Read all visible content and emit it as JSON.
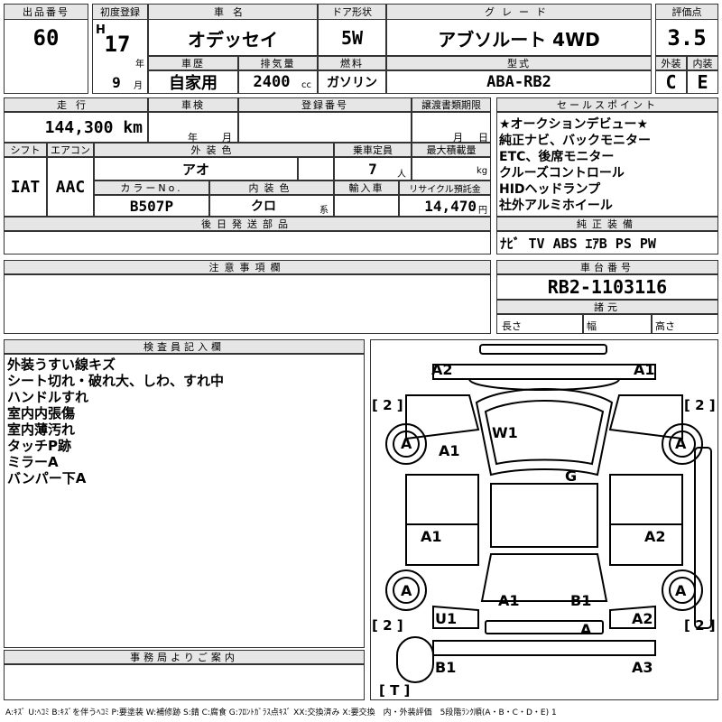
{
  "row1": {
    "lot_no_label": "出品番号",
    "lot_no": "60",
    "first_reg_label": "初度登録",
    "era": "H",
    "reg_year": "17",
    "year_unit": "年",
    "reg_month": "9",
    "month_unit": "月",
    "car_name_label": "車名",
    "car_name": "オデッセイ",
    "door_label": "ドア形状",
    "door": "5W",
    "grade_label": "グレード",
    "grade": "アブソルート 4WD",
    "score_label": "評価点",
    "score": "3.5",
    "history_label": "車歴",
    "history": "自家用",
    "displacement_label": "排気量",
    "displacement": "2400",
    "cc": "cc",
    "fuel_label": "燃料",
    "fuel": "ガソリン",
    "model_label": "型式",
    "model": "ABA-RB2",
    "ext_label": "外装",
    "ext": "C",
    "int_label": "内装",
    "int": "E"
  },
  "row2": {
    "mileage_label": "走行",
    "mileage": "144,300 km",
    "inspection_label": "車検",
    "year_unit": "年",
    "month_unit": "月",
    "reg_no_label": "登録番号",
    "transfer_label": "譲渡書類期限",
    "month_unit2": "月",
    "day_unit": "日",
    "shift_label": "シフト",
    "shift": "IAT",
    "ac_label": "エアコン",
    "ac": "AAC",
    "color_label": "外装色",
    "color": "アオ",
    "capacity_label": "乗車定員",
    "capacity": "7",
    "capacity_unit": "人",
    "max_load_label": "最大積載量",
    "max_load_unit": "kg",
    "color_no_label": "カラーNo.",
    "color_no": "B507P",
    "int_color_label": "内装色",
    "int_color": "クロ",
    "int_color_unit": "系",
    "import_label": "輸入車",
    "recycle_label": "リサイクル預託金",
    "recycle": "14,470",
    "yen": "円",
    "later_label": "後日発送部品"
  },
  "sales": {
    "label": "セールスポイント",
    "items": [
      "★オークションデビュー★",
      "純正ナビ、バックモニター",
      "ETC、後席モニター",
      "クルーズコントロール",
      "HIDヘッドランプ",
      "社外アルミホイール"
    ]
  },
  "equipment": {
    "label": "純正装備",
    "value": "ﾅﾋﾞ TV ABS ｴｱB PS PW"
  },
  "notes": {
    "label": "注意事項欄"
  },
  "chassis": {
    "label": "車台番号",
    "value": "RB2-1103116",
    "specs_label": "諸元",
    "length": "長さ",
    "width": "幅",
    "height": "高さ"
  },
  "inspector": {
    "label": "検査員記入欄",
    "lines": [
      "外装うすい線キズ",
      "シート切れ・破れ大、しわ、すれ中",
      "ハンドルすれ",
      "室内内張傷",
      "室内薄汚れ",
      "タッチP跡",
      "ミラーA",
      "バンパー下A"
    ]
  },
  "office": {
    "label": "事務局よりご案内"
  },
  "diagram": {
    "marks": [
      "A2",
      "A1",
      "[ 2 ]",
      "[ 2 ]",
      "A",
      "A",
      "A1",
      "W1",
      "G",
      "A1",
      "A2",
      "A",
      "A",
      "A1",
      "B1",
      "[ 2 ]",
      "[ 2 ]",
      "U1",
      "A",
      "A2",
      "B1",
      "A3",
      "[ T ]"
    ]
  },
  "legend": "A:ｷｽﾞ U:ﾍｺﾐ B:ｷｽﾞを伴うﾍｺﾐ P:要塗装 W:補修跡 S:錆 C:腐食 G:ﾌﾛﾝﾄｶﾞﾗｽ点ｷｽﾞ XX:交換済み X:要交換　内・外装評価　5段階ﾗﾝｸ順(A・B・C・D・E) 1"
}
